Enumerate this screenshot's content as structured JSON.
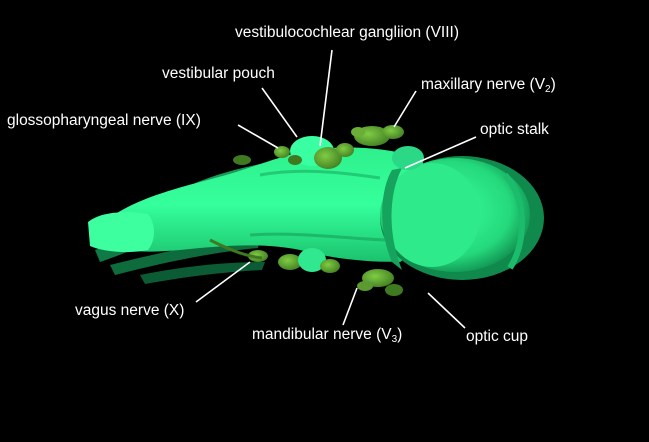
{
  "colors": {
    "background": "#000000",
    "text": "#ffffff",
    "leader_line": "#ffffff",
    "tissue_bright": "#33ff99",
    "tissue_mid": "#22dd80",
    "tissue_dark": "#0f7a45",
    "ganglion": "#4f9a2a",
    "ganglion_light": "#78c040"
  },
  "labels": {
    "vestibulocochlear": "vestibulocochlear gangliion (VIII)",
    "vestibular_pouch": "vestibular pouch",
    "maxillary_main": "maxillary nerve (V",
    "maxillary_sub": "2",
    "maxillary_end": ")",
    "glossopharyngeal": "glossopharyngeal nerve (IX)",
    "optic_stalk": "optic stalk",
    "vagus": "vagus nerve (X)",
    "mandibular_main": "mandibular nerve (V",
    "mandibular_sub": "3",
    "mandibular_end": ")",
    "optic_cup": "optic cup"
  }
}
